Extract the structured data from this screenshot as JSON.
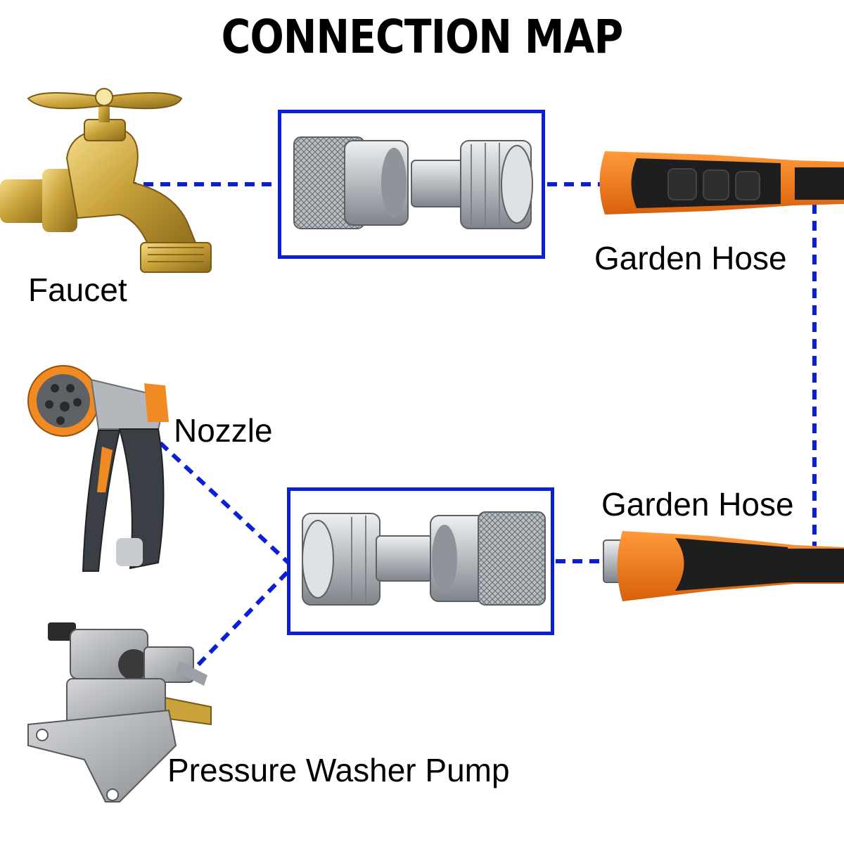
{
  "title": "CONNECTION MAP",
  "labels": {
    "faucet": "Faucet",
    "garden_hose_top": "Garden Hose",
    "garden_hose_bottom": "Garden Hose",
    "nozzle": "Nozzle",
    "pump": "Pressure Washer Pump"
  },
  "colors": {
    "connector_line": "#0b1fd6",
    "box_border": "#0b1fd6",
    "brass": "#c9a23a",
    "steel": "#c8ccd0",
    "hose_orange": "#f07a1a",
    "hose_black": "#1e1e1e",
    "pump_gray": "#a9abad"
  },
  "icons": [
    "faucet-icon",
    "coupler-set-icon",
    "garden-hose-icon",
    "spray-nozzle-icon",
    "pressure-pump-icon"
  ]
}
